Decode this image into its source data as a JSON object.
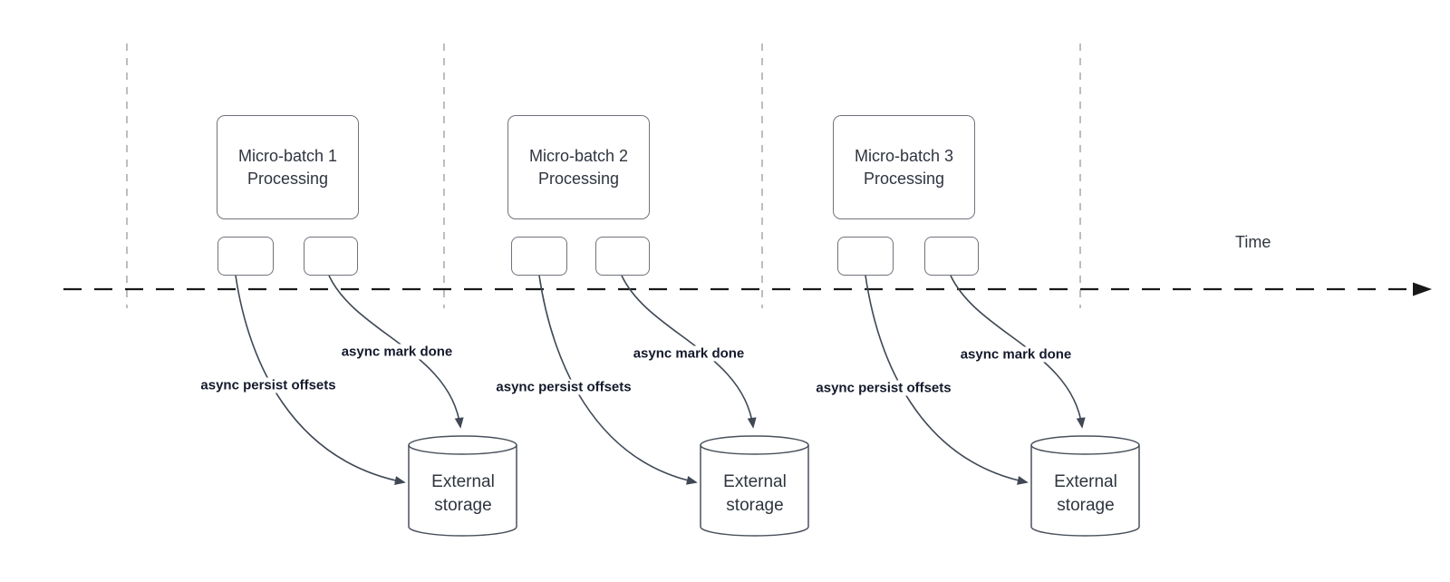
{
  "colors": {
    "background": "#ffffff",
    "box-border": "#6e737c",
    "box-text": "#2f353f",
    "label-text": "#14192b",
    "connector": "#3f4854",
    "cylinder-border": "#4a515c",
    "timeline": "#191919",
    "guide": "#adadad"
  },
  "timeline": {
    "label": "Time"
  },
  "icons": {
    "timeline_arrow": "right-arrowhead",
    "edge_arrow": "arrowhead"
  },
  "batches": [
    {
      "box_line1": "Micro-batch 1",
      "box_line2": "Processing",
      "persist_label": "async persist offsets",
      "mark_label": "async mark done",
      "storage_line1": "External",
      "storage_line2": "storage"
    },
    {
      "box_line1": "Micro-batch 2",
      "box_line2": "Processing",
      "persist_label": "async persist offsets",
      "mark_label": "async mark done",
      "storage_line1": "External",
      "storage_line2": "storage"
    },
    {
      "box_line1": "Micro-batch 3",
      "box_line2": "Processing",
      "persist_label": "async persist offsets",
      "mark_label": "async mark done",
      "storage_line1": "External",
      "storage_line2": "storage"
    }
  ]
}
